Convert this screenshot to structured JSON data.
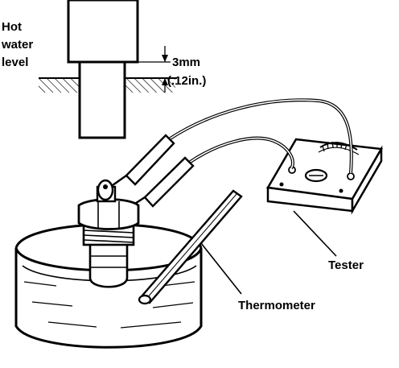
{
  "labels": {
    "hot_water_level": [
      "Hot",
      "water",
      "level"
    ],
    "gap_mm": "3mm",
    "gap_in": "(.12in.)",
    "tester": "Tester",
    "thermometer": "Thermometer"
  },
  "colors": {
    "ink": "#000000",
    "paper": "#ffffff"
  }
}
